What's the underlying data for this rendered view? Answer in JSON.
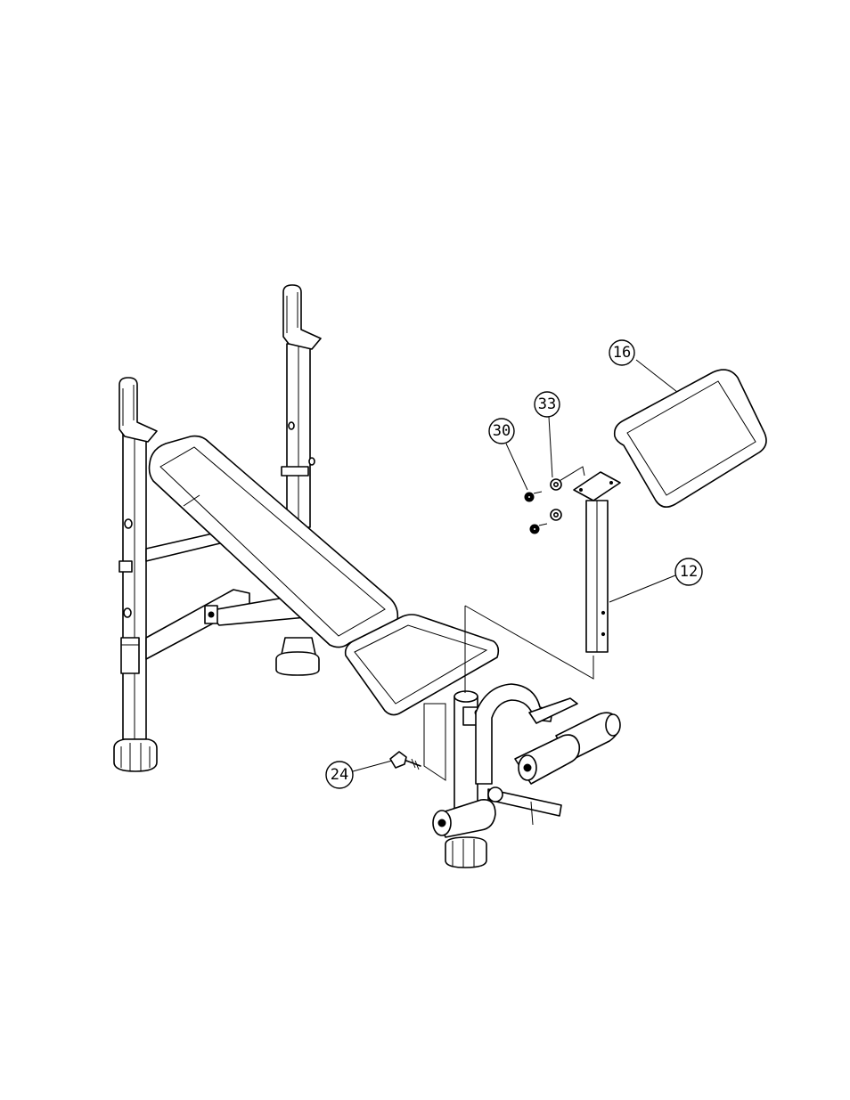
{
  "callouts": [
    {
      "id": "part-16",
      "label": "16"
    },
    {
      "id": "part-33",
      "label": "33"
    },
    {
      "id": "part-30",
      "label": "30"
    },
    {
      "id": "part-12",
      "label": "12"
    },
    {
      "id": "part-24",
      "label": "24"
    }
  ]
}
